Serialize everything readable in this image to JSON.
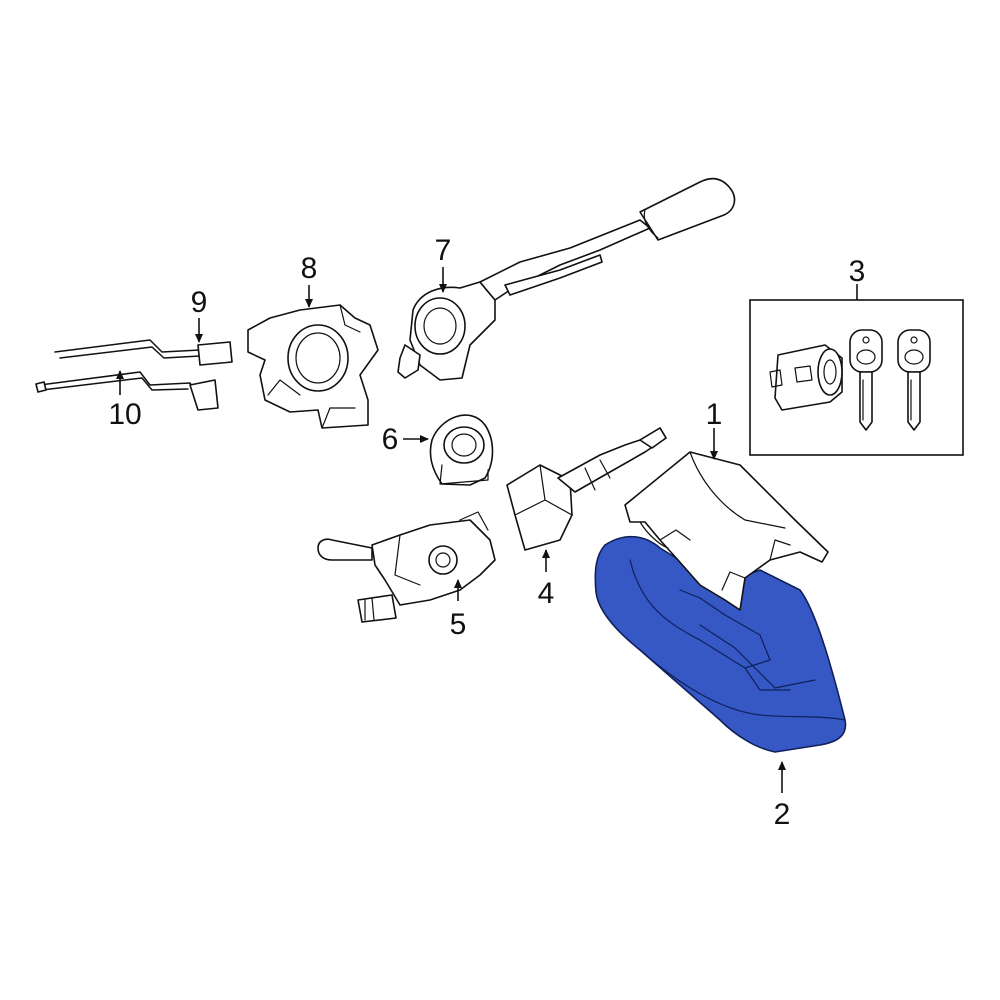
{
  "colors": {
    "highlight_fill": "#3558c4",
    "highlight_stroke": "#10205a",
    "line": "#111111",
    "background": "#ffffff"
  },
  "callouts": {
    "c1": "1",
    "c2": "2",
    "c3": "3",
    "c4": "4",
    "c5": "5",
    "c6": "6",
    "c7": "7",
    "c8": "8",
    "c9": "9",
    "c10": "10"
  }
}
